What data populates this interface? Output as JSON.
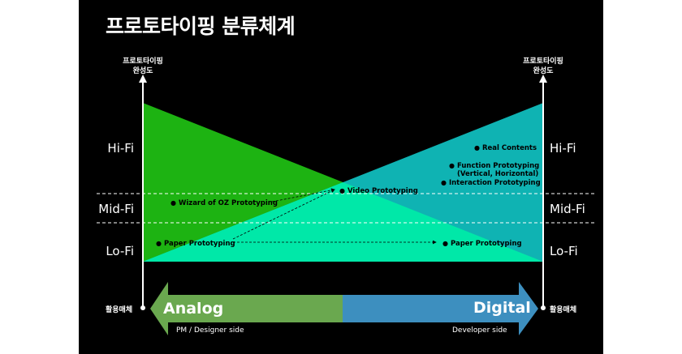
{
  "title": "프로토타이핑 분류체계",
  "axis_caption_left": [
    "프로토타이핑",
    "완성도"
  ],
  "axis_caption_right": [
    "프로토타이핑",
    "완성도"
  ],
  "levels": [
    "Hi-Fi",
    "Mid-Fi",
    "Lo-Fi"
  ],
  "media_label": "활용매체",
  "analog_label": "Analog",
  "digital_label": "Digital",
  "pm_side": "PM / Designer side",
  "dev_side": "Developer side",
  "points": {
    "real_contents": "Real Contents",
    "function_prototyping_1": "Function Prototyping",
    "function_prototyping_2": "(Vertical, Horizontal)",
    "interaction_prototyping": "Interaction Prototyping",
    "video_prototyping": "Video Prototyping",
    "wizard_of_oz": "Wizard of OZ Prototyping",
    "paper_left": "Paper Prototyping",
    "paper_right": "Paper Prototyping"
  },
  "colors": {
    "background": "#000000",
    "analog_triangle": "#1db312",
    "digital_triangle": "#0fb3b3",
    "overlap": "#00e0a0",
    "analog_bar": "#6aa84f",
    "digital_bar": "#3d8fbf"
  }
}
